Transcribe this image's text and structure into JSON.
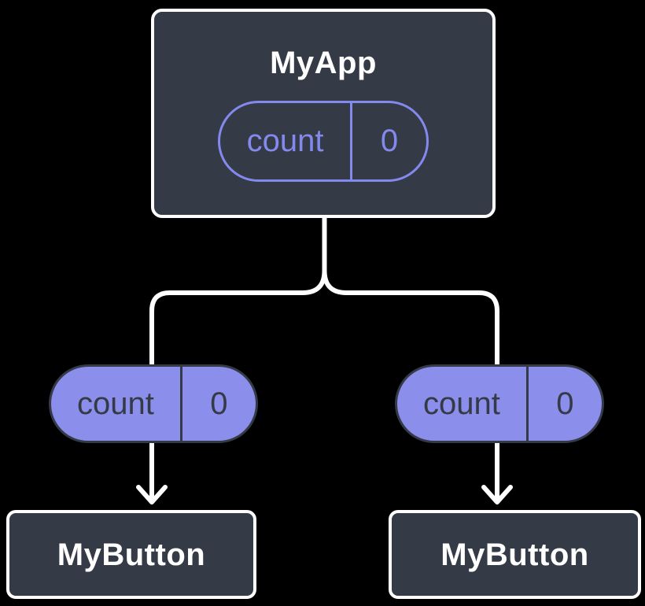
{
  "diagram": {
    "root": {
      "title": "MyApp",
      "state": {
        "name": "count",
        "value": "0"
      }
    },
    "branches": [
      {
        "prop": {
          "name": "count",
          "value": "0"
        },
        "child": {
          "title": "MyButton"
        }
      },
      {
        "prop": {
          "name": "count",
          "value": "0"
        },
        "child": {
          "title": "MyButton"
        }
      }
    ]
  },
  "colors": {
    "background": "#000000",
    "node_fill": "#343A46",
    "node_border": "#FFFFFF",
    "node_text": "#FFFFFF",
    "purple_fill": "#8B8EEB",
    "purple_line": "#8489EE",
    "dark_line": "#343A46",
    "connector": "#FFFFFF"
  }
}
